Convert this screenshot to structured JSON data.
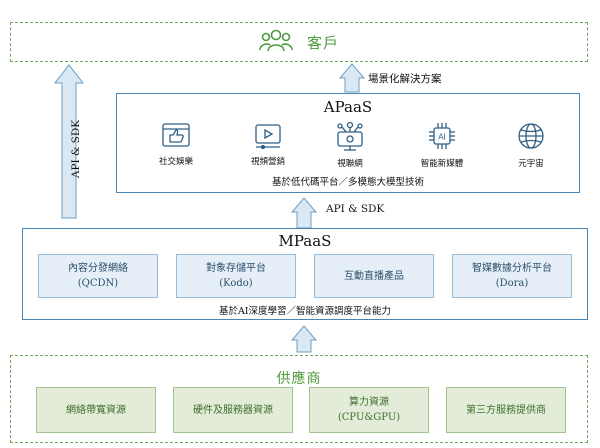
{
  "customer": {
    "label": "客戶",
    "icon": "users-icon"
  },
  "side_arrow_label": "API & SDK",
  "scenario_label": "場景化解決方案",
  "apaas": {
    "title": "APaaS",
    "apps": [
      {
        "label": "社交娛樂",
        "icon": "thumbs-up-icon"
      },
      {
        "label": "視頻營銷",
        "icon": "video-play-icon"
      },
      {
        "label": "視聯網",
        "icon": "network-monitor-icon"
      },
      {
        "label": "智能新媒體",
        "icon": "ai-chip-icon"
      },
      {
        "label": "元宇宙",
        "icon": "globe-icon"
      }
    ],
    "footer": "基於低代碼平台／多模態大模型技術"
  },
  "mid_arrow_label": "API & SDK",
  "mpaas": {
    "title": "MPaaS",
    "modules": [
      {
        "name": "內容分發網絡",
        "code": "(QCDN)"
      },
      {
        "name": "對象存儲平台",
        "code": "(Kodo)"
      },
      {
        "name": "互動直播產品",
        "code": ""
      },
      {
        "name": "智媒數據分析平台",
        "code": "(Dora)"
      }
    ],
    "footer": "基於AI深度學習／智能資源調度平台能力"
  },
  "supplier": {
    "title": "供應商",
    "items": [
      {
        "name": "網絡帶寬資源",
        "sub": ""
      },
      {
        "name": "硬件及服務器資源",
        "sub": ""
      },
      {
        "name": "算力資源",
        "sub": "(CPU&GPU)"
      },
      {
        "name": "第三方服務提供商",
        "sub": ""
      }
    ]
  },
  "colors": {
    "green": "#4e9a3e",
    "blue_border": "#4a86b5",
    "module_fill": "#e6eff7",
    "supplier_fill": "#e3ecd8",
    "arrow_fill": "#d9e8f3"
  }
}
